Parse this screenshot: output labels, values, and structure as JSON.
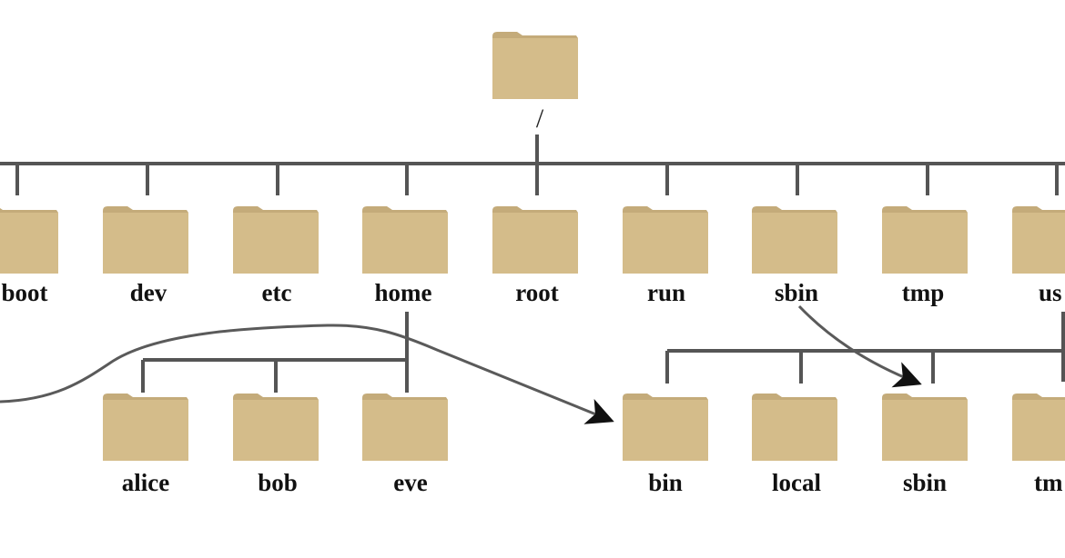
{
  "root": {
    "label": "/"
  },
  "top_level": [
    "boot",
    "dev",
    "etc",
    "home",
    "root",
    "run",
    "sbin",
    "tmp",
    "us"
  ],
  "home_children": [
    "alice",
    "bob",
    "eve"
  ],
  "usr_children": [
    "bin",
    "local",
    "sbin",
    "tm"
  ],
  "colors": {
    "folder_body": "#d4bc8a",
    "folder_tab": "#c4ab7a",
    "line": "#555555",
    "label": "#111111"
  },
  "icons": {
    "folder": "folder-icon",
    "arrow": "arrow-icon"
  }
}
